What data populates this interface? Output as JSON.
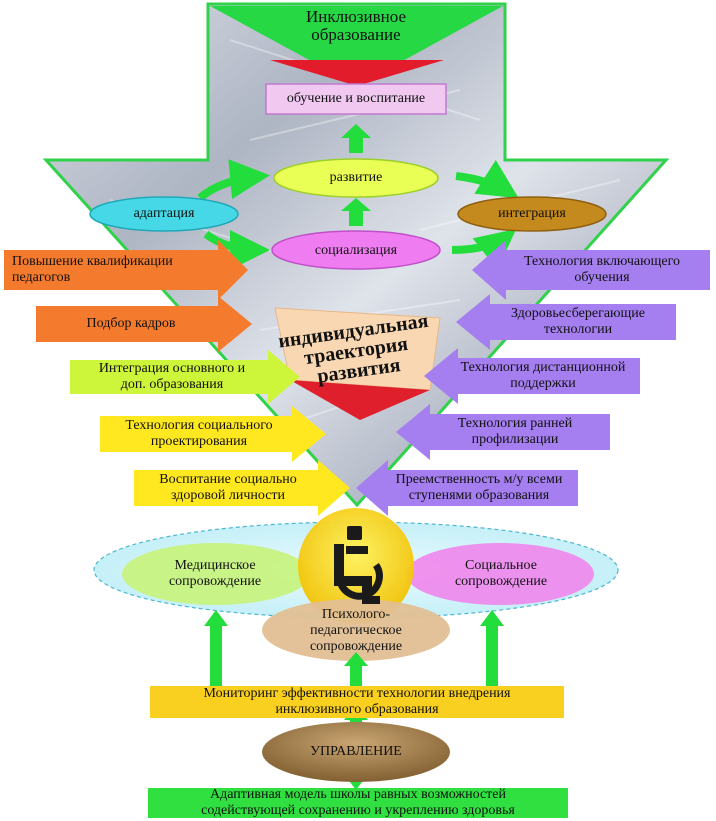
{
  "title": "Инклюзивное\nобразование",
  "top_box": "обучение и воспитание",
  "ovals": {
    "razvitie": "развитие",
    "adaptaciya": "адаптация",
    "integraciya": "интеграция",
    "socializaciya": "социализация"
  },
  "trajectory": "индивидуальная\nтраектория\nразвития",
  "left_arrows": [
    "Повышение квалификации\nпедагогов",
    "Подбор кадров",
    "Интеграция основного и\nдоп. образования",
    "Технология социального\nпроектирования",
    "Воспитание социально\nздоровой личности"
  ],
  "right_arrows": [
    "Технология включающего\nобучения",
    "Здоровьесберегающие\nтехнологии",
    "Технология дистанционной\nподдержки",
    "Технология ранней\nпрофилизации",
    "Преемственность м/у всеми\nступенями образования"
  ],
  "support": {
    "medical": "Медицинское\nсопровождение",
    "social": "Социальное\nсопровождение",
    "psych": "Психолого-\nпедагогическое\nсопровождение"
  },
  "monitoring": "Мониторинг эффективности технологии  внедрения\nинклюзивного образования",
  "management": "УПРАВЛЕНИЕ",
  "bottom": "Адаптивная модель школы равных возможностей\nсодействующей сохранению и укреплению здоровья",
  "colors": {
    "green": "#22dd3c",
    "orange": "#f07830",
    "yellow": "#ffe818",
    "lime": "#cdf53a",
    "purple": "#a06fe8",
    "cyan": "#3fd6e0",
    "pink": "#ef7ef0",
    "brown": "#9a7a4a",
    "light_yellow_green": "#e7ff58"
  }
}
